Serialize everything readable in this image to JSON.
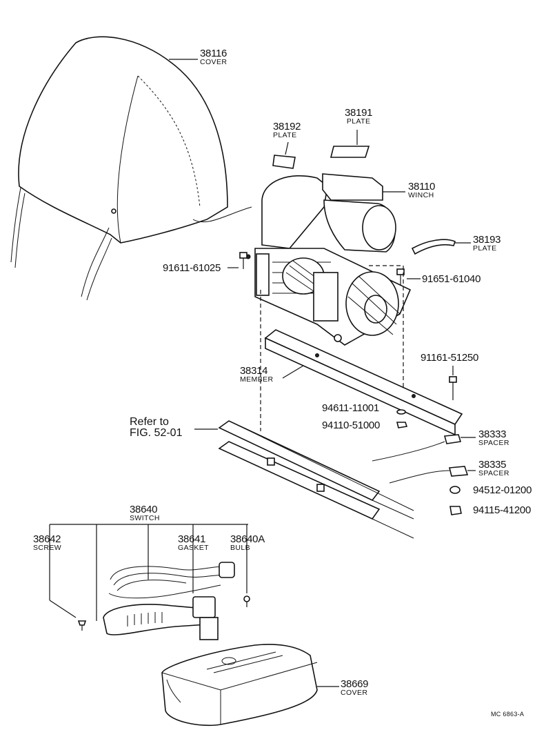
{
  "parts": [
    {
      "number": "38116",
      "name": "COVER"
    },
    {
      "number": "38191",
      "name": "PLATE"
    },
    {
      "number": "38192",
      "name": "PLATE"
    },
    {
      "number": "38110",
      "name": "WINCH"
    },
    {
      "number": "38193",
      "name": "PLATE"
    },
    {
      "number": "91611-61025",
      "name": ""
    },
    {
      "number": "91651-61040",
      "name": ""
    },
    {
      "number": "38314",
      "name": "MEMBER"
    },
    {
      "number": "91161-51250",
      "name": ""
    },
    {
      "number": "94611-11001",
      "name": ""
    },
    {
      "number": "94110-51000",
      "name": ""
    },
    {
      "number": "38333",
      "name": "SPACER"
    },
    {
      "number": "38335",
      "name": "SPACER"
    },
    {
      "number": "94512-01200",
      "name": ""
    },
    {
      "number": "94115-41200",
      "name": ""
    },
    {
      "number": "38640",
      "name": "SWITCH"
    },
    {
      "number": "38642",
      "name": "SCREW"
    },
    {
      "number": "38641",
      "name": "GASKET"
    },
    {
      "number": "38640A",
      "name": "BULB"
    },
    {
      "number": "38669",
      "name": "COVER"
    }
  ],
  "reference": {
    "line1": "Refer to",
    "line2": "FIG. 52-01"
  },
  "figure_code": "MC 6863-A"
}
